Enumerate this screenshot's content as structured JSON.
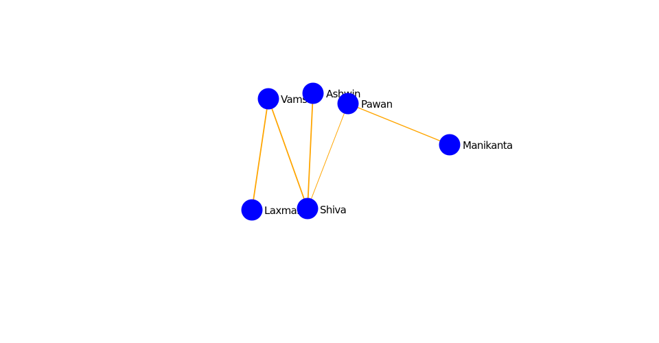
{
  "graph": {
    "node_color": "#0000ff",
    "edge_color": "#ffa500",
    "nodes": [
      {
        "id": "vamsi",
        "label": "Vamsi"
      },
      {
        "id": "ashwin",
        "label": "Ashwin"
      },
      {
        "id": "pawan",
        "label": "Pawan"
      },
      {
        "id": "manikanta",
        "label": "Manikanta"
      },
      {
        "id": "laxman",
        "label": "Laxman"
      },
      {
        "id": "shiva",
        "label": "Shiva"
      }
    ],
    "edges": [
      {
        "source": "vamsi",
        "target": "laxman"
      },
      {
        "source": "vamsi",
        "target": "shiva"
      },
      {
        "source": "ashwin",
        "target": "shiva"
      },
      {
        "source": "pawan",
        "target": "shiva"
      },
      {
        "source": "pawan",
        "target": "manikanta"
      }
    ]
  }
}
